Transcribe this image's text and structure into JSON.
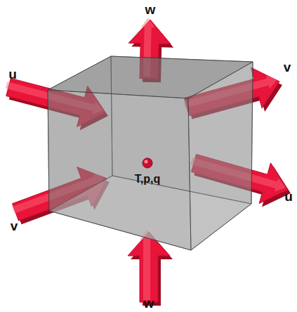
{
  "diagram": {
    "nodes": [
      {
        "text": [
          "T,p,q"
        ]
      }
    ],
    "labels": [
      "w",
      "v",
      "u",
      "u",
      "v",
      "w"
    ]
  }
}
